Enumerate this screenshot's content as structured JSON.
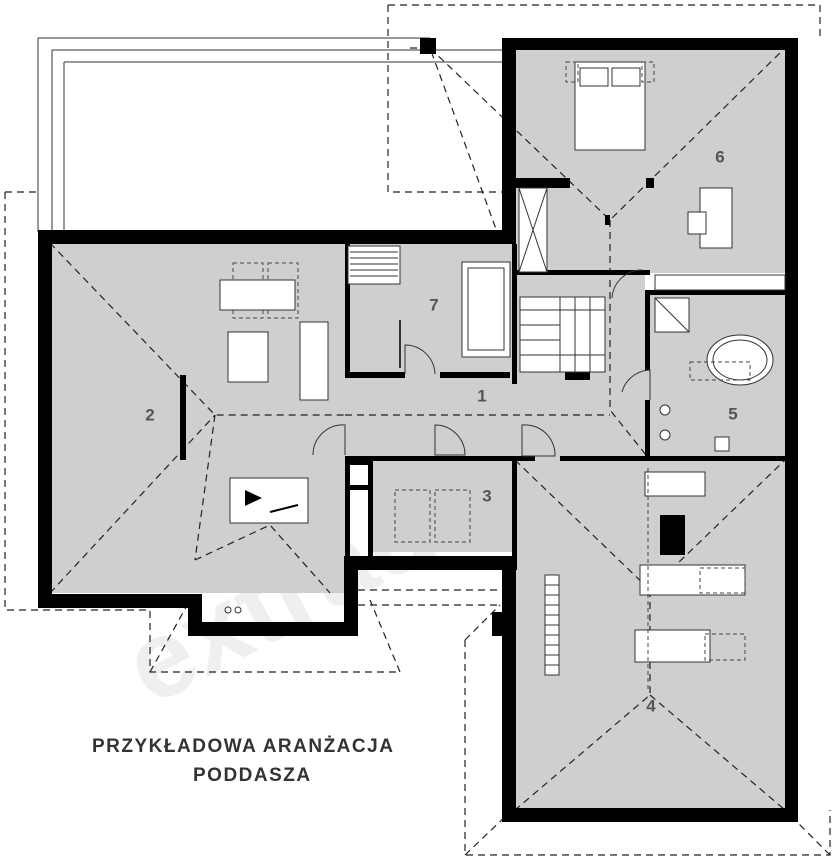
{
  "caption": {
    "line1": "PRZYKŁADOWA ARANŻACJA",
    "line2": "PODDASZA"
  },
  "rooms": [
    {
      "id": "1",
      "label": "1"
    },
    {
      "id": "2",
      "label": "2"
    },
    {
      "id": "3",
      "label": "3"
    },
    {
      "id": "4",
      "label": "4"
    },
    {
      "id": "5",
      "label": "5"
    },
    {
      "id": "6",
      "label": "6"
    },
    {
      "id": "7",
      "label": "7"
    }
  ],
  "watermark": "extradom",
  "colors": {
    "wall": "#000000",
    "floor": "#cfcfcf",
    "line": "#222222",
    "label": "#555555"
  }
}
